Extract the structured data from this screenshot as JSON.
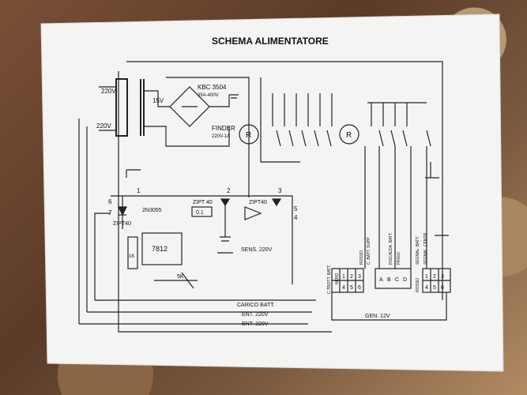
{
  "title": "SCHEMA ALIMENTATORE",
  "labels": {
    "v220_top": "220V",
    "v220_left": "220V",
    "v15": "15V",
    "bridge_name": "KBC 3504",
    "bridge_rating": "35A-400V",
    "relay_name": "FINDER",
    "relay_rating": "220V-1A",
    "relay_symbol_1": "R",
    "relay_symbol_2": "R",
    "zipt40_left": "ZIPT40",
    "zipt40_mid": "ZIPT 40",
    "zipt40_right": "ZIPT40",
    "transistor": "2N3055",
    "resistor_01": "0.1",
    "ic_7812": "7812",
    "res_1k": "1K",
    "pot_5k": "5K",
    "node_1": "1",
    "node_2": "2",
    "node_3": "3",
    "node_4": "4",
    "node_5": "5",
    "node_6": "6",
    "node_7": "7",
    "sens_220": "SENS. 220V",
    "carico_batt": "CARICO BATT.",
    "ent_220_a": "ENT. 220V",
    "ent_220_b": "ENT. 220V",
    "gen_12": "GEN. 12V",
    "conn_left_label": "C.TROTT. BATT.",
    "conn_left_nero": "NERO",
    "conn_mid_label_a": "ROSSO",
    "conn_mid_label_b": "C. BATT. SUPP.",
    "conn_mid2_label_a": "RISCALDA. BATT.",
    "conn_mid2_label_b": "FRIGO",
    "conn_right_label_a": "SEGNAL. BATT.",
    "conn_right_label_b": "SEGNAL. CENTR.",
    "conn_right_rosso": "ROSSO",
    "pin1": "1",
    "pin2": "2",
    "pin3": "3",
    "pin4": "4",
    "pin5": "5",
    "pin6": "6",
    "pinA": "A",
    "pinB": "B",
    "pinC": "C",
    "pinD": "D",
    "pr1": "1",
    "pr2": "2",
    "pr3": "3",
    "pr4": "4",
    "pr5": "5",
    "pr6": "6"
  }
}
